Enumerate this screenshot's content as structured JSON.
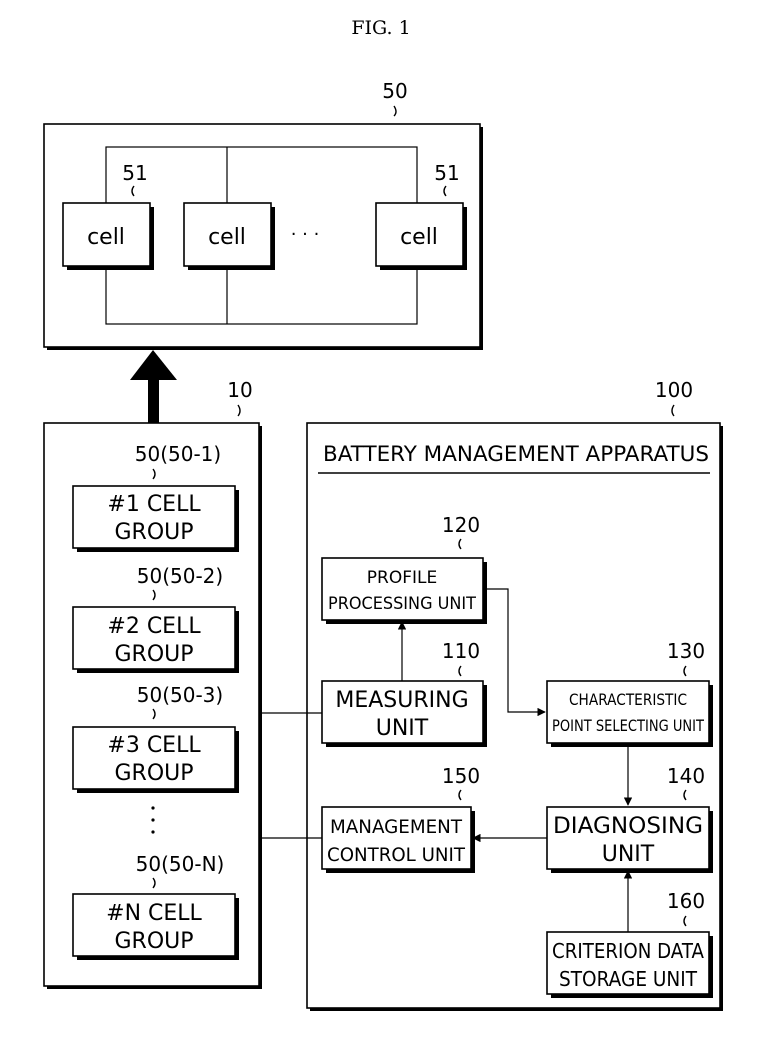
{
  "figure": {
    "title": "FIG. 1"
  },
  "pack": {
    "ref": "50",
    "cell_ref_left": "51",
    "cell_ref_right": "51",
    "cell_labels": [
      "cell",
      "cell",
      "cell"
    ],
    "ellipsis": "· · ·"
  },
  "module": {
    "ref": "10",
    "groups": [
      {
        "ref": "50(50-1)",
        "line1": "#1 CELL",
        "line2": "GROUP"
      },
      {
        "ref": "50(50-2)",
        "line1": "#2 CELL",
        "line2": "GROUP"
      },
      {
        "ref": "50(50-3)",
        "line1": "#3 CELL",
        "line2": "GROUP"
      },
      {
        "ref": "50(50-N)",
        "line1": "#N CELL",
        "line2": "GROUP"
      }
    ],
    "vertical_dots": "·\n·\n·"
  },
  "apparatus": {
    "ref": "100",
    "title": "BATTERY MANAGEMENT APPARATUS",
    "units": {
      "profile": {
        "ref": "120",
        "line1": "PROFILE",
        "line2": "PROCESSING UNIT"
      },
      "measuring": {
        "ref": "110",
        "line1": "MEASURING",
        "line2": "UNIT"
      },
      "selecting": {
        "ref": "130",
        "line1": "CHARACTERISTIC",
        "line2": "POINT SELECTING UNIT"
      },
      "management": {
        "ref": "150",
        "line1": "MANAGEMENT",
        "line2": "CONTROL UNIT"
      },
      "diagnosing": {
        "ref": "140",
        "line1": "DIAGNOSING",
        "line2": "UNIT"
      },
      "criterion": {
        "ref": "160",
        "line1": "CRITERION DATA",
        "line2": "STORAGE UNIT"
      }
    }
  }
}
